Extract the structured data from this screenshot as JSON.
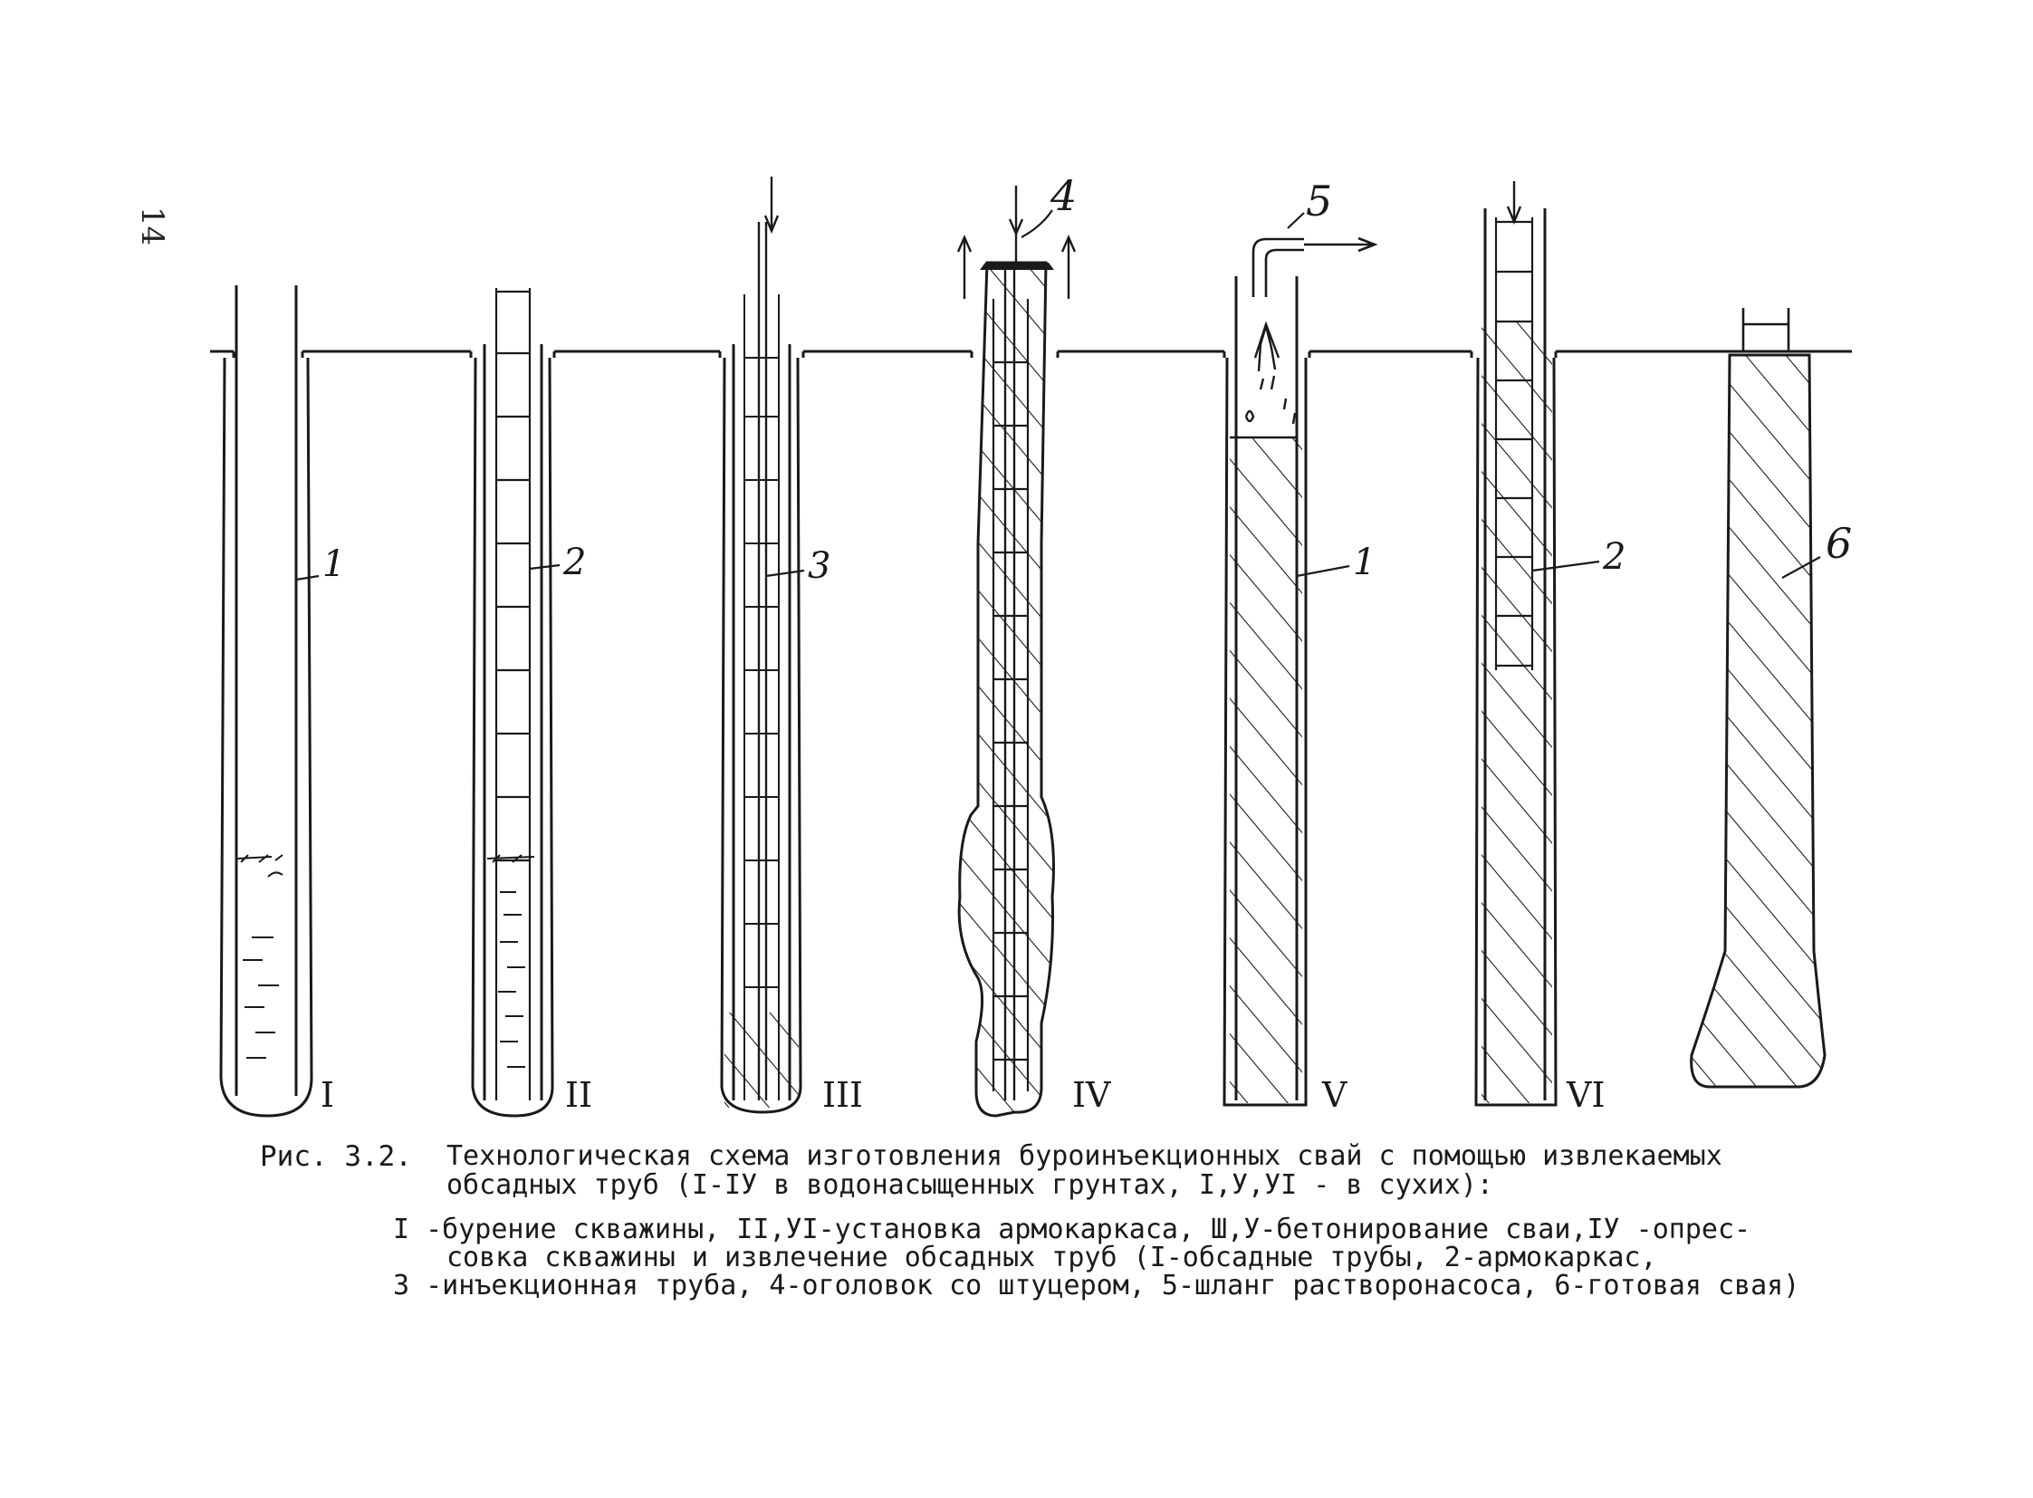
{
  "page_number": "14",
  "stage_labels": [
    "I",
    "II",
    "III",
    "IV",
    "V",
    "VI"
  ],
  "callouts": {
    "c1a": "1",
    "c2a": "2",
    "c3": "3",
    "c4": "4",
    "c5": "5",
    "c1b": "1",
    "c2b": "2",
    "c6": "6"
  },
  "caption": {
    "fig_label": "Рис. 3.2.",
    "line1": "Технологическая схема изготовления буроинъекционных свай с помощью извлекаемых",
    "line2": "обсадных труб (I-IУ в водонасыщенных грунтах, I,У,УI - в сухих):",
    "line3": "I -бурение скважины, II,УI-установка армокаркаса, Ш,У-бетонирование сваи,IУ -опрес-",
    "line4": "совка скважины и извлечение обсадных труб (I-обсадные трубы, 2-армокаркас,",
    "line5": "3 -инъекционная труба, 4-оголовок со штуцером, 5-шланг растворонасоса, 6-готовая свая)"
  },
  "colors": {
    "ink": "#1a1a1a",
    "paper": "#ffffff"
  }
}
